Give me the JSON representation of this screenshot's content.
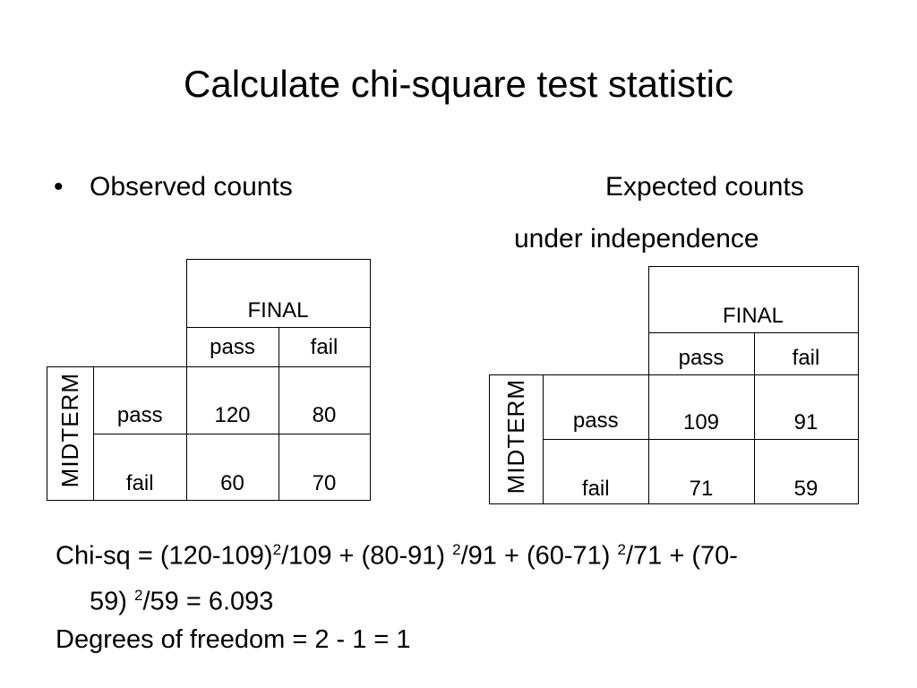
{
  "slide": {
    "title": "Calculate chi-square test statistic",
    "bullet_symbol": "•",
    "observed_label": "Observed counts",
    "expected_label_line1": "Expected counts",
    "expected_label_line2": "under independence"
  },
  "observed_table": {
    "col_group": "FINAL",
    "row_group": "MIDTERM",
    "col_headers": [
      "pass",
      "fail"
    ],
    "rows": [
      {
        "label": "pass",
        "values": [
          "120",
          "80"
        ]
      },
      {
        "label": "fail",
        "values": [
          "60",
          "70"
        ]
      }
    ]
  },
  "expected_table": {
    "col_group": "FINAL",
    "row_group": "MIDTERM",
    "col_headers": [
      "pass",
      "fail"
    ],
    "rows": [
      {
        "label": "pass",
        "values": [
          "109",
          "91"
        ]
      },
      {
        "label": "fail",
        "values": [
          "71",
          "59"
        ]
      }
    ]
  },
  "formula": {
    "p1": "Chi-sq = (120-109)",
    "s1": "2",
    "p2": "/109 + (80-91) ",
    "s2": "2",
    "p3": "/91 + (60-71) ",
    "s3": "2",
    "p4": "/71 + (70-",
    "p5": "59) ",
    "s4": "2",
    "p6": "/59 = 6.093"
  },
  "degrees_of_freedom": "Degrees of freedom = 2 - 1 = 1"
}
